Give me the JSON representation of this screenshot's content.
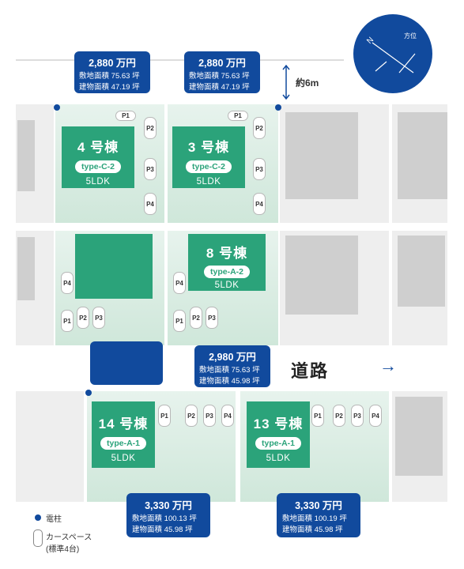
{
  "compass": {
    "label": "方位",
    "north": "N"
  },
  "road": {
    "label": "道路",
    "arrow": "→"
  },
  "dimension": {
    "label": "約6m"
  },
  "legend": {
    "pole": "電柱",
    "carspace": "カースペース",
    "carspace_note": "(標準4台)"
  },
  "area_label": "敷地面積",
  "building_label": "建物面積",
  "houses": [
    {
      "name": "4 号棟",
      "type": "type-C-2",
      "plan": "5LDK",
      "price": "2,880 万円",
      "land": "75.63 坪",
      "building": "47.19 坪"
    },
    {
      "name": "3 号棟",
      "type": "type-C-2",
      "plan": "5LDK",
      "price": "2,880 万円",
      "land": "75.63 坪",
      "building": "47.19 坪"
    },
    {
      "name": "8 号棟",
      "type": "type-A-2",
      "plan": "5LDK",
      "price": "2,980 万円",
      "land": "75.63 坪",
      "building": "45.98 坪"
    },
    {
      "name": "14 号棟",
      "type": "type-A-1",
      "plan": "5LDK",
      "price": "3,330 万円",
      "land": "100.13 坪",
      "building": "45.98 坪"
    },
    {
      "name": "13 号棟",
      "type": "type-A-1",
      "plan": "5LDK",
      "price": "3,330 万円",
      "land": "100.19 坪",
      "building": "45.98 坪"
    }
  ],
  "parking": {
    "p1": "P1",
    "p2": "P2",
    "p3": "P3",
    "p4": "P4"
  },
  "colors": {
    "house": "#2ba37a",
    "price_box": "#114a9d",
    "plot": "#d9ede2",
    "neighbor": "#eeeeee"
  }
}
